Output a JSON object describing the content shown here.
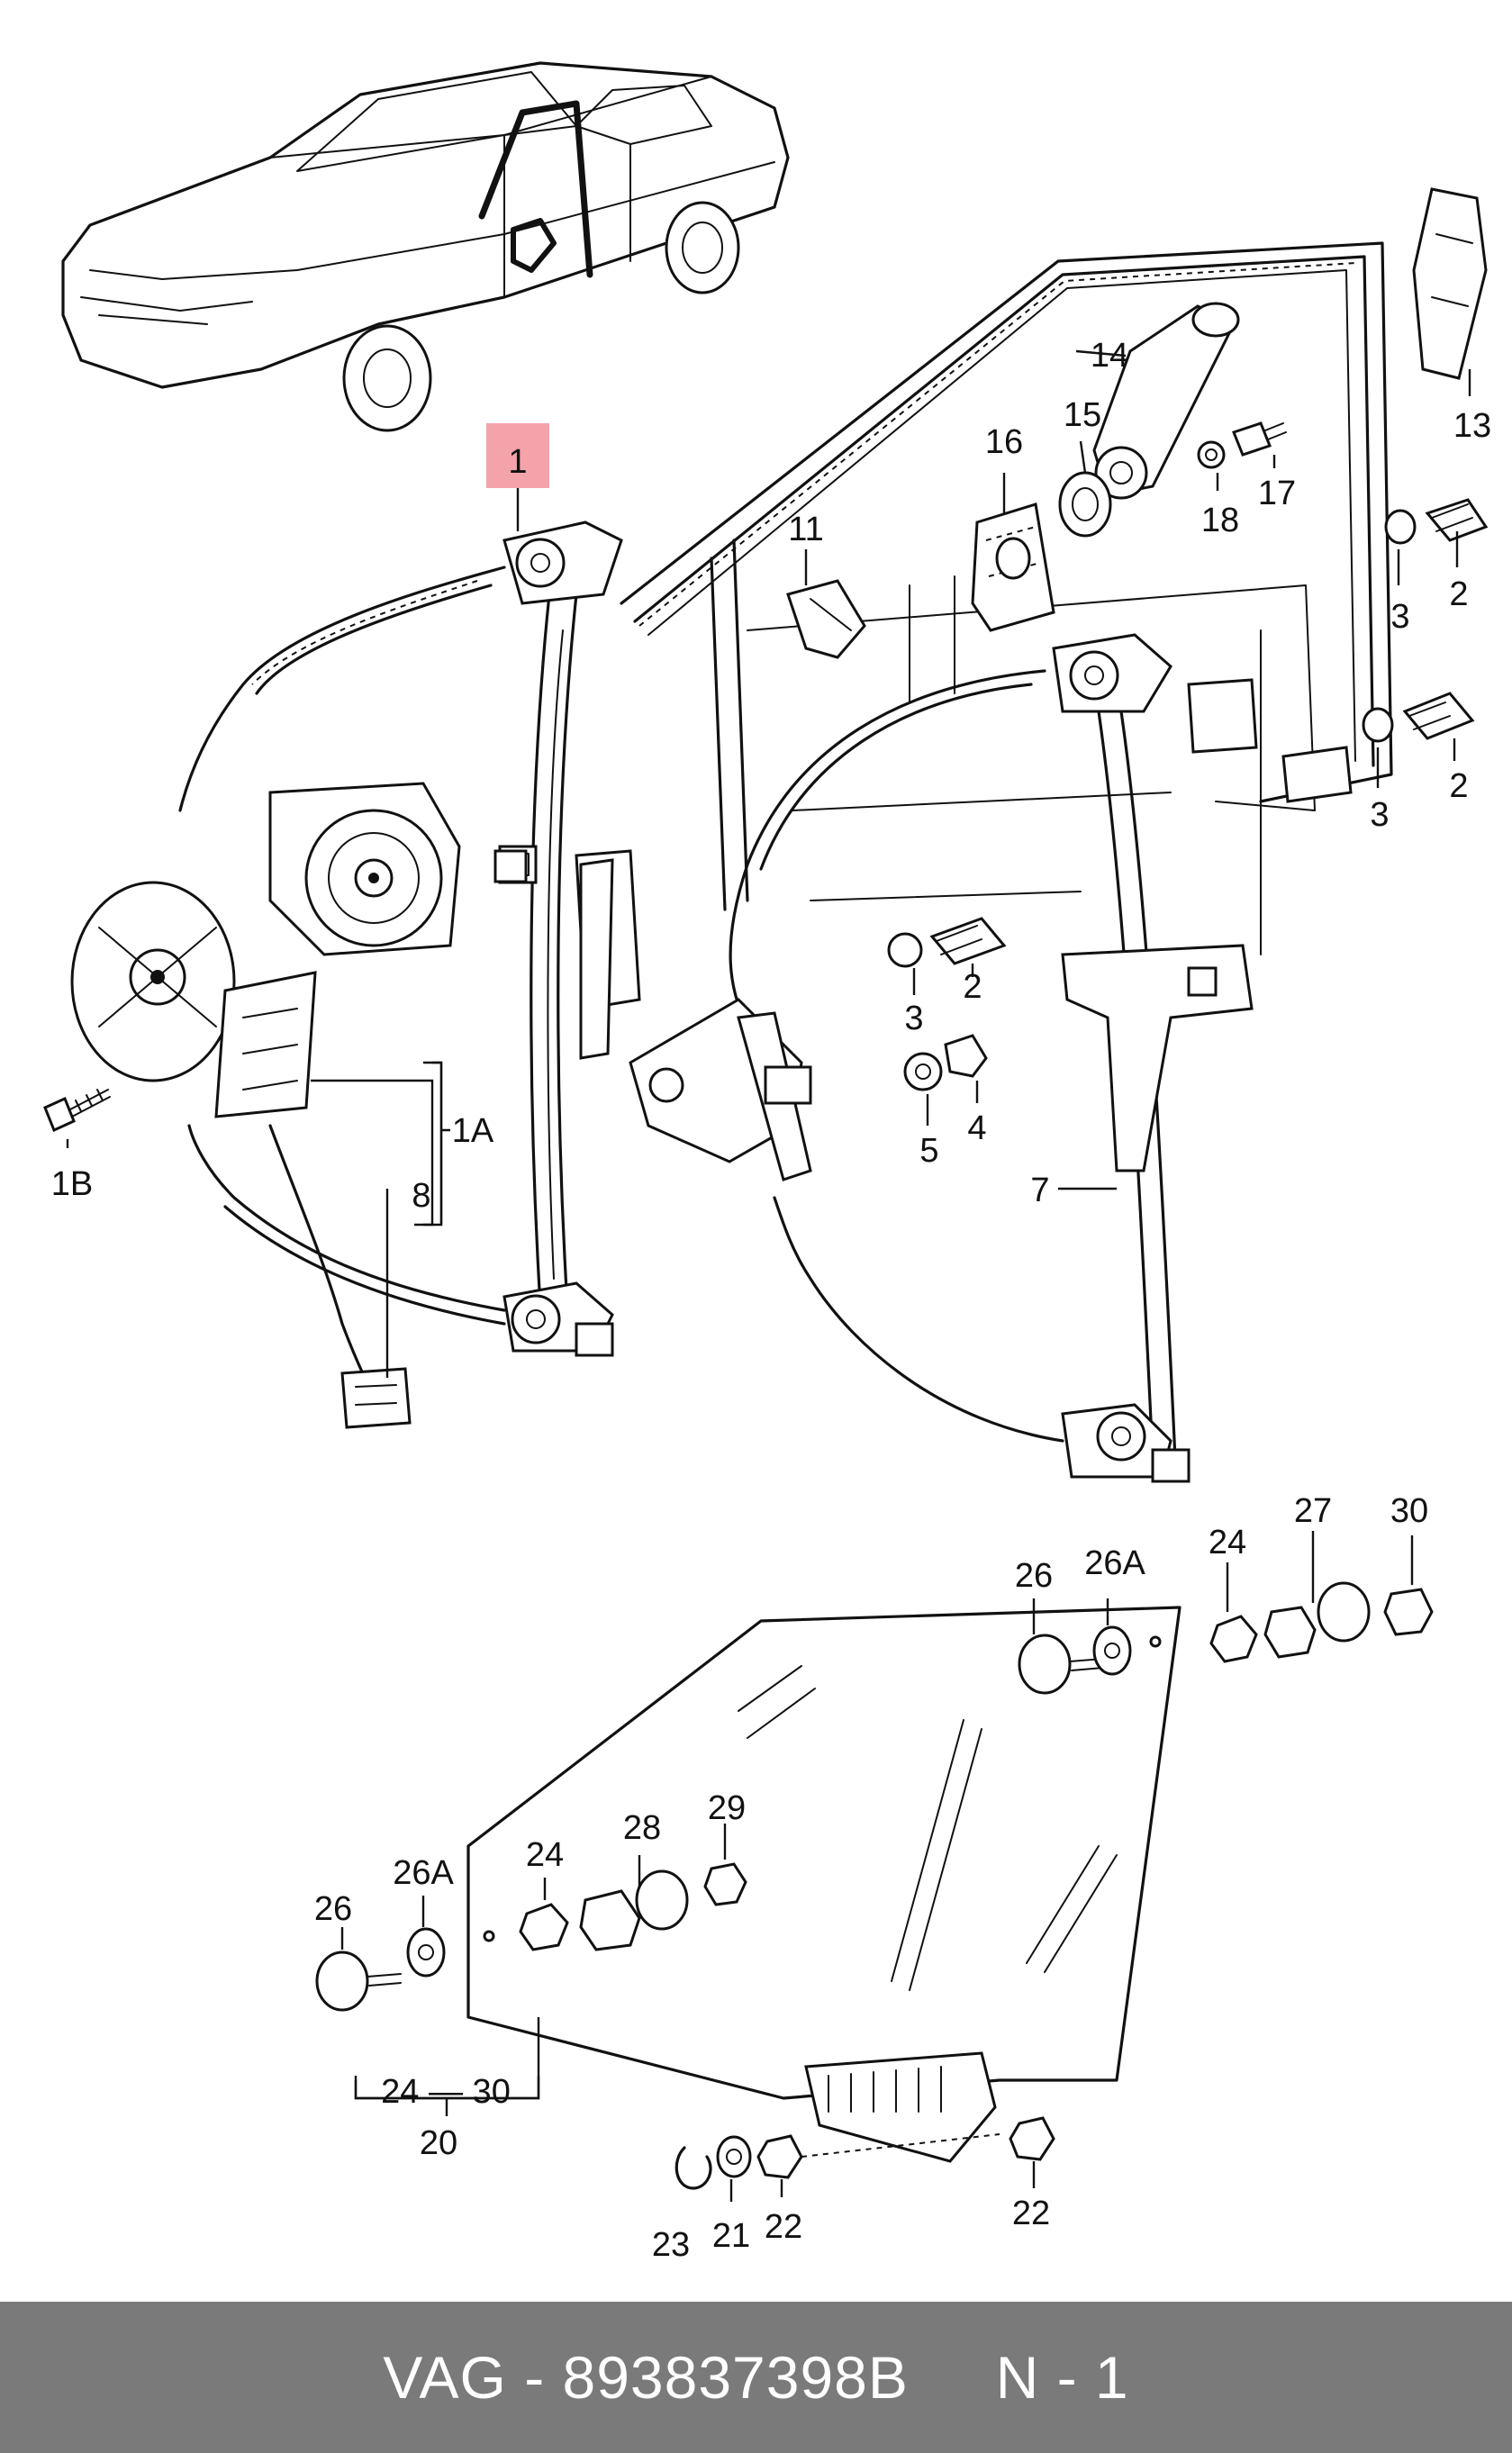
{
  "footer": {
    "brand": "VAG",
    "part_number": "893837398B",
    "position": "N - 1"
  },
  "callouts": {
    "c1": "1",
    "c1A": "1A",
    "c1B": "1B",
    "c2a": "2",
    "c2b": "2",
    "c2c": "2",
    "c3a": "3",
    "c3b": "3",
    "c3c": "3",
    "c4": "4",
    "c5": "5",
    "c7": "7",
    "c8": "8",
    "c11": "11",
    "c13": "13",
    "c14": "14",
    "c15": "15",
    "c16": "16",
    "c17": "17",
    "c18": "18",
    "c20": "20",
    "c21": "21",
    "c22a": "22",
    "c22b": "22",
    "c23": "23",
    "c24a": "24",
    "c24b": "24",
    "c24_30": "24 — 30",
    "c26a": "26",
    "c26b": "26",
    "c26Aa": "26A",
    "c26Ab": "26A",
    "c27": "27",
    "c28": "28",
    "c29": "29",
    "c30": "30"
  },
  "colors": {
    "highlight": "#f4a3aa",
    "footer_bg": "#7a7a7a",
    "ink": "#111111"
  }
}
